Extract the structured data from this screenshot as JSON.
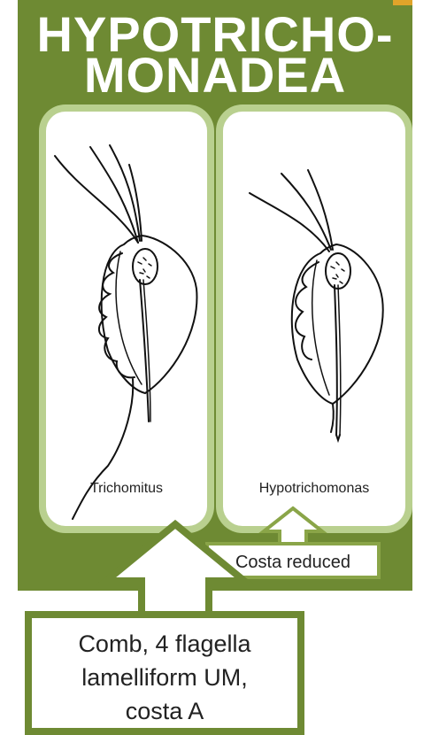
{
  "title": {
    "line1": "HYPOTRICHO-",
    "line2": "MONADEA"
  },
  "cards": [
    {
      "label": "Trichomitus"
    },
    {
      "label": "Hypotrichomonas"
    }
  ],
  "costa_box": {
    "text": "Costa reduced"
  },
  "bottom_box": {
    "lines": [
      "Comb, 4 flagella",
      "lamelliform UM,",
      "costa A"
    ]
  },
  "colors": {
    "panel": "#6e8a33",
    "card_frame": "#b9d08f",
    "box_border": "#8aa548",
    "accent": "#e0a42a"
  }
}
